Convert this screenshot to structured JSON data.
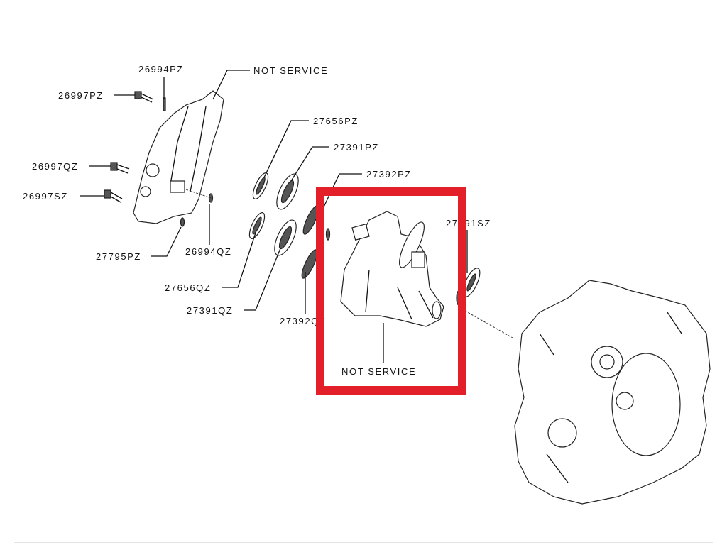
{
  "diagram": {
    "labels": {
      "p26994PZ": "26994PZ",
      "notServiceTop": "NOT SERVICE",
      "p26997PZ": "26997PZ",
      "p27656PZ": "27656PZ",
      "p27391PZ": "27391PZ",
      "p27392PZ": "27392PZ",
      "p26997QZ": "26997QZ",
      "p26997SZ": "26997SZ",
      "p27391SZ": "27391SZ",
      "p26994QZ": "26994QZ",
      "p27795PZ": "27795PZ",
      "p27656QZ": "27656QZ",
      "p27391QZ": "27391QZ",
      "p27392QZ": "27392QZ",
      "notServiceBox": "NOT SERVICE"
    },
    "highlight_color": "#e3202a"
  }
}
